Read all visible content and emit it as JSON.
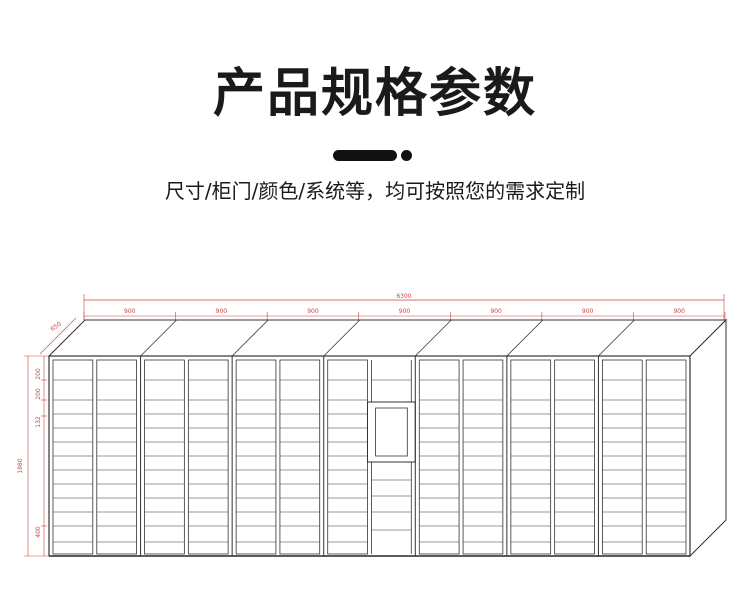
{
  "header": {
    "title": "产品规格参数",
    "subtitle": "尺寸/柜门/颜色/系统等，均可按照您的需求定制"
  },
  "drawing": {
    "total_width": "6300",
    "unit_width": "900",
    "unit_count": 7,
    "depth": "650",
    "height": "1980",
    "row_dims": [
      "200",
      "200",
      "132",
      "400"
    ],
    "dim_color": "#d04040",
    "line_color": "#333333"
  }
}
